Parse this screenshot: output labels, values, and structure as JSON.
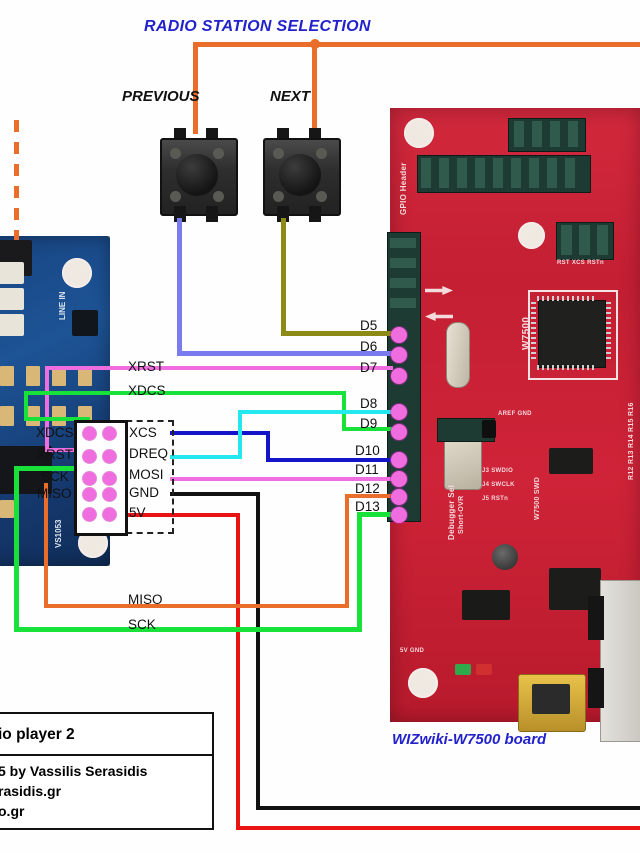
{
  "diagram": {
    "heading": "RADIO STATION SELECTION",
    "button_labels": {
      "previous": "PREVIOUS",
      "next": "NEXT"
    },
    "board_label": "WIZwiki-W7500 board",
    "mcu_silk": "W7500",
    "gpio_header_silk": "GPIO Header"
  },
  "vs1053_connector": {
    "left_labels": [
      "XDCS",
      "XRST",
      "SCK",
      "MISO"
    ],
    "right_labels": [
      "XCS",
      "DREQ",
      "MOSI",
      "GND",
      "5V"
    ]
  },
  "top_net_labels": [
    "XRST",
    "XDCS"
  ],
  "bottom_net_labels": [
    "MISO",
    "SCK"
  ],
  "mcu_pins": [
    {
      "name": "D5",
      "wire": "#8d8b16",
      "net": "NEXT button"
    },
    {
      "name": "D6",
      "wire": "#7b7bf0",
      "net": "PREVIOUS button"
    },
    {
      "name": "D7",
      "wire": "#f06de0",
      "net": "XRST"
    },
    {
      "name": "D8",
      "wire": "#23e8f0",
      "net": "DREQ"
    },
    {
      "name": "D9",
      "wire": "#18e23a",
      "net": "XDCS"
    },
    {
      "name": "D10",
      "wire": "#1414c8",
      "net": "XCS"
    },
    {
      "name": "D11",
      "wire": "#f06de0",
      "net": "MOSI"
    },
    {
      "name": "D12",
      "wire": "#ea6d2a",
      "net": "MISO"
    },
    {
      "name": "D13",
      "wire": "#18e23a",
      "net": "SCK"
    }
  ],
  "wire_colors": {
    "power_5v": "#e81414",
    "ground": "#111111",
    "station_select": "#ea6d2a",
    "xrst": "#f06de0",
    "xdcs": "#18e23a",
    "xcs": "#1414c8",
    "dreq": "#23e8f0",
    "mosi": "#f06de0",
    "miso": "#ea6d2a",
    "sck": "#18e23a",
    "previous": "#7b7bf0",
    "next": "#8d8b16"
  },
  "title_block": {
    "project": "io player 2",
    "credit": "5 by Vassilis Serasidis",
    "site1": "rasidis.gr",
    "site2": "o.gr"
  }
}
